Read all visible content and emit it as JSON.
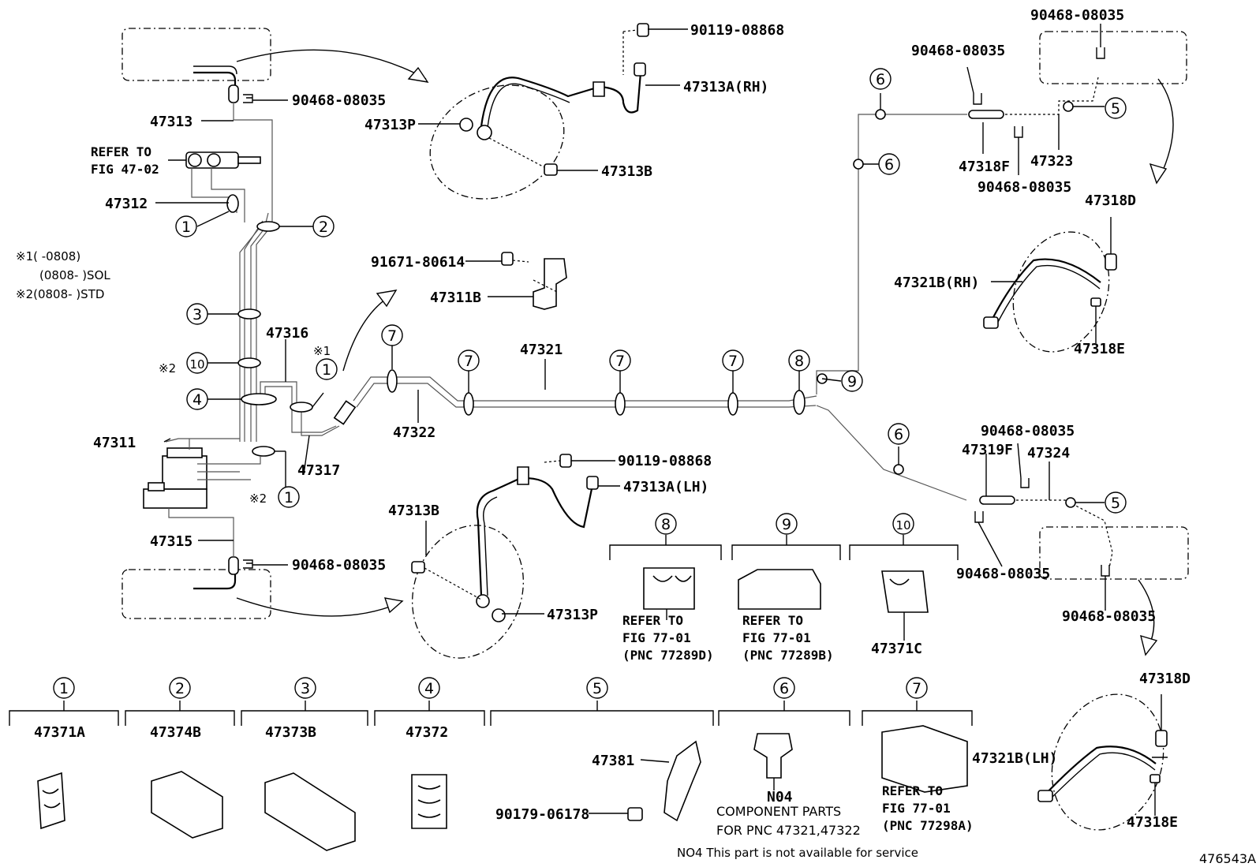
{
  "labels": {
    "p47313": "47313",
    "p90468_a": "90468-08035",
    "refer_fig4702": "REFER TO",
    "refer_fig4702_b": "FIG 47-02",
    "p47312": "47312",
    "note1": "※1(    -0808)",
    "note1b": "(0808-    )SOL",
    "note2": "※2(0808-    )STD",
    "p47316": "47316",
    "x2a": "※2",
    "x1": "※1",
    "p47311": "47311",
    "p47317": "47317",
    "x2b": "※2",
    "p47315": "47315",
    "p90468_b": "90468-08035",
    "p90119_a": "90119-08868",
    "p47313A_RH": "47313A(RH)",
    "p47313P_a": "47313P",
    "p47313B_a": "47313B",
    "p91671": "91671-80614",
    "p47311B": "47311B",
    "p47321": "47321",
    "p47322": "47322",
    "p90119_b": "90119-08868",
    "p47313A_LH": "47313A(LH)",
    "p47313B_b": "47313B",
    "p47313P_b": "47313P",
    "p90468_c": "90468-08035",
    "p90468_d": "90468-08035",
    "p47318F": "47318F",
    "p47323": "47323",
    "p90468_e": "90468-08035",
    "p47318D_a": "47318D",
    "p47321B_RH": "47321B(RH)",
    "p47318E_a": "47318E",
    "p90468_f": "90468-08035",
    "p47319F": "47319F",
    "p47324": "47324",
    "p90468_g": "90468-08035",
    "p90468_h": "90468-08035",
    "p47318D_b": "47318D",
    "p47321B_LH": "47321B(LH)",
    "p47318E_b": "47318E",
    "ref8a": "REFER TO",
    "ref8b": "FIG 77-01",
    "ref8c": "(PNC 77289D)",
    "ref9a": "REFER TO",
    "ref9b": "FIG 77-01",
    "ref9c": "(PNC 77289B)",
    "p47371C": "47371C",
    "p47371A": "47371A",
    "p47374B": "47374B",
    "p47373B": "47373B",
    "p47372": "47372",
    "p47381": "47381",
    "p90179": "90179-06178",
    "pN04": "N04",
    "comp1": "COMPONENT PARTS",
    "comp2": "FOR PNC 47321,47322",
    "ref7a": "REFER TO",
    "ref7b": "FIG 77-01",
    "ref7c": "(PNC 77298A)",
    "footnote": "NO4  This part is not available for service",
    "figid": "476543A"
  },
  "callouts": {
    "c1": "1",
    "c2": "2",
    "c3": "3",
    "c4": "4",
    "c5": "5",
    "c6": "6",
    "c7": "7",
    "c8": "8",
    "c9": "9",
    "c10": "10"
  }
}
